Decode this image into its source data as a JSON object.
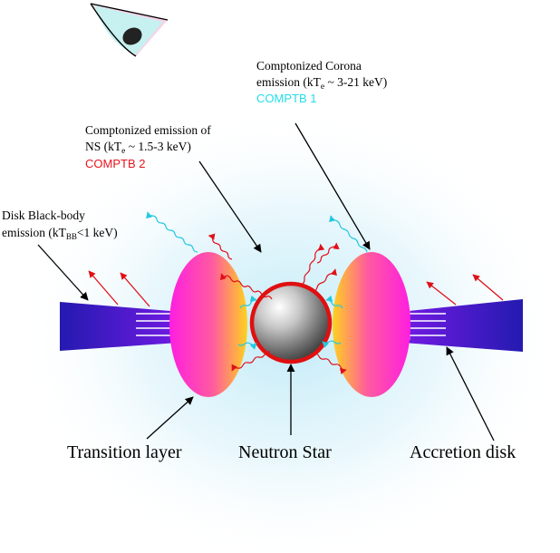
{
  "labels": {
    "corona_line1": "Comptonized Corona",
    "corona_line2_prefix": "emission (kT",
    "corona_sub": "e",
    "corona_line2_suffix": " ~ 3-21 keV)",
    "comptb1": "COMPTB 1",
    "ns_line1": "Comptonized emission of",
    "ns_line2_prefix": "NS  (kT",
    "ns_sub": "e",
    "ns_line2_suffix": " ~ 1.5-3 keV)",
    "comptb2": "COMPTB 2",
    "disk_line1": "Disk Black-body",
    "disk_line2_prefix": "emission (kT",
    "disk_sub": "BB",
    "disk_line2_suffix": "<1 keV)",
    "transition_layer": "Transition layer",
    "neutron_star": "Neutron Star",
    "accretion_disk": "Accretion disk"
  },
  "colors": {
    "comptb1": "#22dde8",
    "comptb2": "#e8141e",
    "cyan_wave": "#22c8e0",
    "red_wave": "#e01018",
    "disk_left": "#2a1ab8",
    "disk_right": "#6a1ae0",
    "tl_inner": "#ffd820",
    "tl_outer": "#ff20d0",
    "ns_rim": "#e01010"
  },
  "icons": {
    "observer": "eye-icon"
  }
}
